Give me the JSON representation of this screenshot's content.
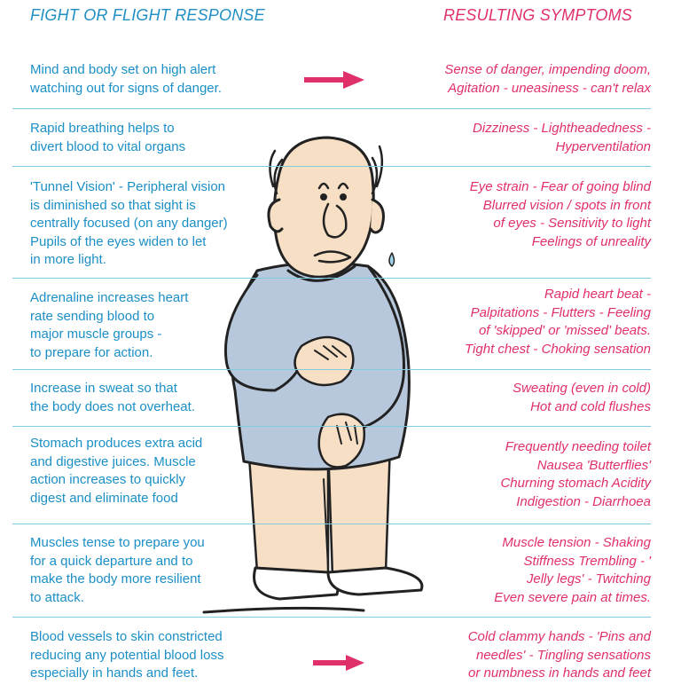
{
  "header": {
    "left": "FIGHT OR FLIGHT RESPONSE",
    "right": "RESULTING SYMPTOMS"
  },
  "colors": {
    "cause_text": "#1b8fc6",
    "symptom_text": "#e0306a",
    "divider": "#7fcbe0",
    "sweater": "#b8c8dc",
    "skin": "#f6dfc4"
  },
  "illustration": "cartoon-anxious-man-clutching-stomach",
  "rows": [
    {
      "cause": "Mind and body set on high alert\nwatching out for signs of danger.",
      "symptom": "Sense of danger, impending doom,\nAgitation - uneasiness - can't relax"
    },
    {
      "cause": "Rapid breathing helps to\ndivert blood to vital organs",
      "symptom": "Dizziness - Lightheadedness -\nHyperventilation"
    },
    {
      "cause": "'Tunnel Vision' - Peripheral vision\nis diminished so that sight is\ncentrally focused (on any danger)\nPupils of the eyes widen to let\nin more light.",
      "symptom": "Eye strain - Fear of going blind\nBlurred vision / spots in front\nof eyes - Sensitivity to light\nFeelings of unreality"
    },
    {
      "cause": "Adrenaline increases heart\nrate sending blood to\nmajor muscle groups -\nto prepare for action.",
      "symptom": "Rapid heart beat -\nPalpitations - Flutters - Feeling\nof 'skipped' or 'missed' beats.\nTight chest - Choking sensation"
    },
    {
      "cause": "Increase in sweat so that\nthe body does not overheat.",
      "symptom": "Sweating (even in cold)\nHot and cold flushes"
    },
    {
      "cause": "Stomach produces extra acid\nand digestive juices. Muscle\naction increases to quickly\ndigest and eliminate food",
      "symptom": "Frequently needing toilet\nNausea 'Butterflies'\nChurning stomach Acidity\nIndigestion - Diarrhoea"
    },
    {
      "cause": "Muscles tense to prepare you\nfor a quick departure and to\nmake the body more resilient\nto attack.",
      "symptom": "Muscle tension - Shaking\nStiffness Trembling - '\nJelly legs' - Twitching\nEven severe pain at times."
    },
    {
      "cause": "Blood vessels to skin constricted\nreducing any potential blood loss\nespecially in hands and feet.",
      "symptom": "Cold clammy hands - 'Pins and\nneedles' - Tingling sensations\nor numbness in hands and feet"
    }
  ]
}
